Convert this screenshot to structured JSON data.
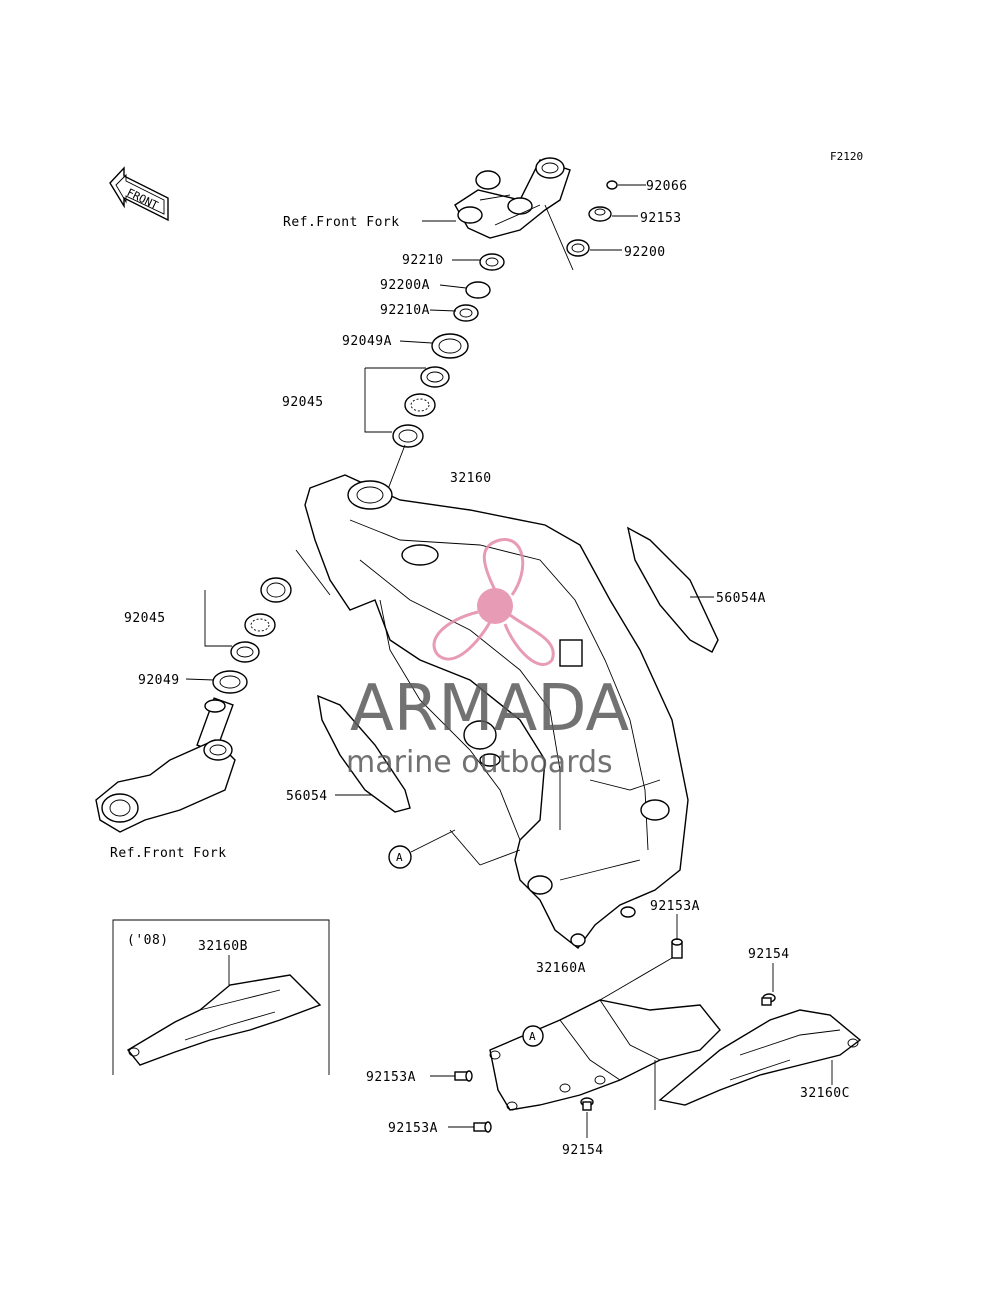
{
  "figure_code": "F2120",
  "front_arrow_label": "FRONT",
  "inset_year": "('08)",
  "watermark": {
    "brand": "ARMADA",
    "tagline": "marine outboards",
    "logo_color": "#e48aa8"
  },
  "parts": {
    "p92066": "92066",
    "p92153": "92153",
    "p92200": "92200",
    "ref_fork_top": "Ref.Front Fork",
    "p92210": "92210",
    "p92200A": "92200A",
    "p92210A": "92210A",
    "p92049A": "92049A",
    "p92045_top": "92045",
    "p32160": "32160",
    "p56054A": "56054A",
    "p92045_left": "92045",
    "p92049": "92049",
    "p56054": "56054",
    "ref_fork_bottom": "Ref.Front Fork",
    "ref_A_main": "A",
    "p92153A_top": "92153A",
    "p32160A": "32160A",
    "p92154_right": "92154",
    "p32160B": "32160B",
    "ref_A_sub": "A",
    "p92153A_left1": "92153A",
    "p92153A_left2": "92153A",
    "p92154_bottom": "92154",
    "p32160C": "32160C"
  }
}
